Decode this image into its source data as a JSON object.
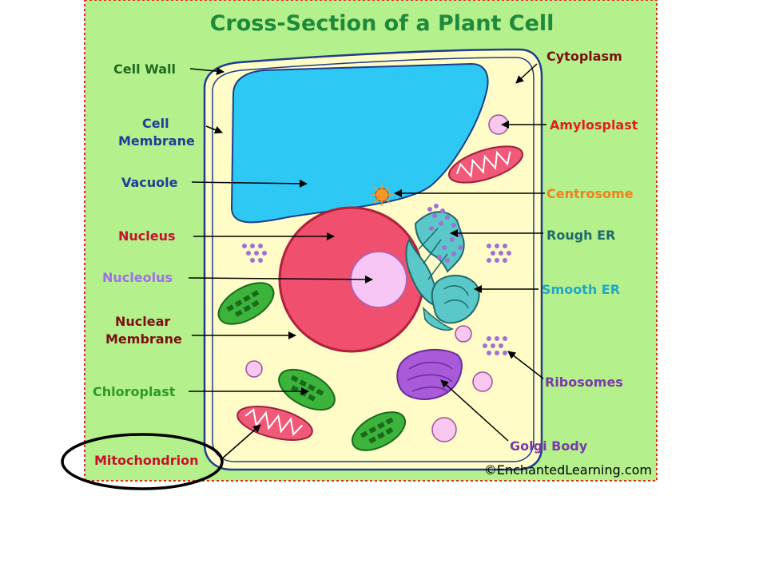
{
  "title": "Cross-Section of a Plant Cell",
  "copyright": "©EnchantedLearning.com",
  "colors": {
    "background": "#b4f08c",
    "border": "#e8262a",
    "cytoplasm": "#fffcc8",
    "cell_wall_stroke": "#1f3d8a",
    "vacuole": "#2ec8f5",
    "nucleus": "#f0506e",
    "nucleolus": "#f8c6f4",
    "chloroplast": "#3cb43c",
    "mitochondrion": "#f05a78",
    "golgi": "#a85ad8",
    "er": "#5ac8c8",
    "ribosome": "#a070d8",
    "amyloplast": "#f8c8f0",
    "centrosome": "#f89628"
  },
  "labels": {
    "cell_wall": "Cell Wall",
    "cell_membrane_1": "Cell",
    "cell_membrane_2": "Membrane",
    "vacuole": "Vacuole",
    "nucleus": "Nucleus",
    "nucleolus": "Nucleolus",
    "nuclear_membrane_1": "Nuclear",
    "nuclear_membrane_2": "Membrane",
    "chloroplast": "Chloroplast",
    "mitochondrion": "Mitochondrion",
    "cytoplasm": "Cytoplasm",
    "amyloplast": "Amylosplast",
    "centrosome": "Centrosome",
    "rough_er": "Rough ER",
    "smooth_er": "Smooth ER",
    "ribosomes": "Ribosomes",
    "golgi_body": "Golgi Body"
  }
}
